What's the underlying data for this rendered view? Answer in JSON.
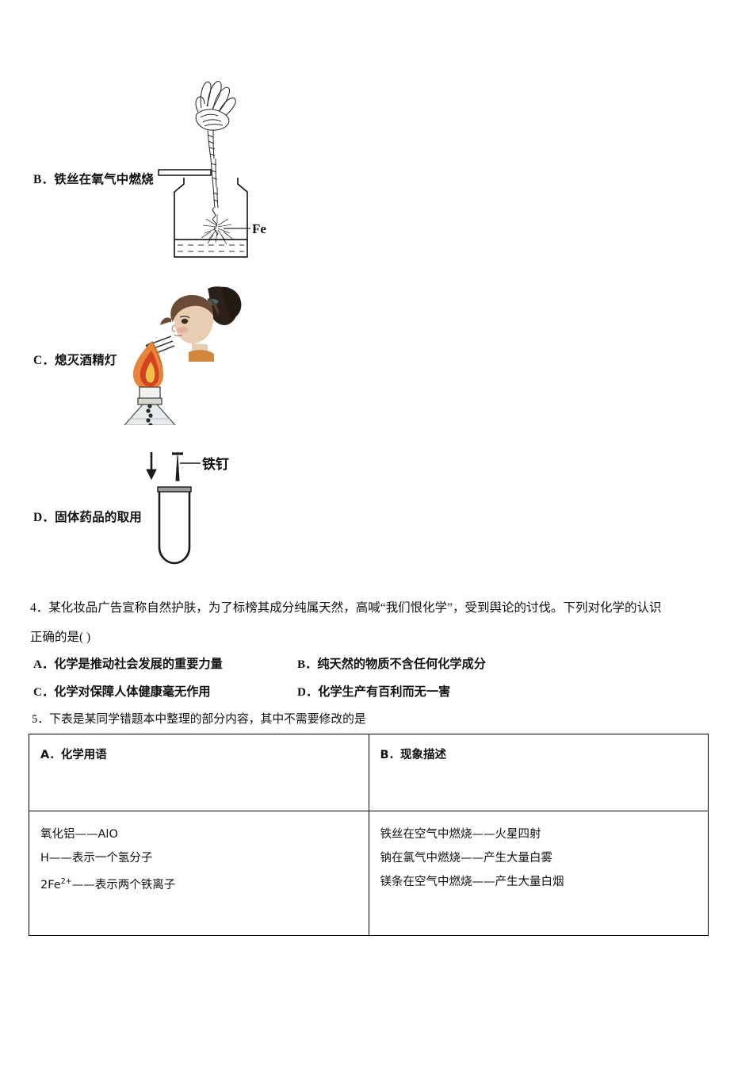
{
  "document": {
    "type": "chemistry-exam-paper",
    "language": "zh-CN"
  },
  "question3_options": [
    {
      "label": "B．铁丝在氧气中燃烧",
      "figure_name": "iron-wire-burning-in-oxygen",
      "figure_annotation": "Fe"
    },
    {
      "label": "C．熄灭酒精灯",
      "figure_name": "extinguishing-alcohol-lamp",
      "figure_annotation": ""
    },
    {
      "label": "D．固体药品的取用",
      "figure_name": "taking-solid-reagent-into-test-tube",
      "figure_annotation": "铁钉"
    }
  ],
  "question4": {
    "stem_line1": "4．某化妆品广告宣称自然护肤，为了标榜其成分纯属天然，高喊“我们恨化学”，受到舆论的讨伐。下列对化学的认识",
    "stem_line2": "正确的是(    )",
    "choices": [
      "A．化学是推动社会发展的重要力量",
      "B．纯天然的物质不含任何化学成分",
      "C．化学对保障人体健康毫无作用",
      "D．化学生产有百利而无一害"
    ]
  },
  "question5": {
    "stem": "5．下表是某同学错题本中整理的部分内容，其中不需要修改的是",
    "table": {
      "headers": [
        "A．化学用语",
        "B．现象描述"
      ],
      "columns": [
        {
          "lines": [
            {
              "text": "氧化铝——AlO",
              "sup": ""
            },
            {
              "text": "H——表示一个氢分子",
              "sup": ""
            },
            {
              "pre": "2Fe",
              "sup": "2+",
              "post": "——表示两个铁离子"
            }
          ]
        },
        {
          "lines": [
            {
              "text": "铁丝在空气中燃烧——火星四射",
              "sup": ""
            },
            {
              "text": "钠在氯气中燃烧——产生大量白雾",
              "sup": ""
            },
            {
              "text": "镁条在空气中燃烧——产生大量白烟",
              "sup": ""
            }
          ]
        }
      ]
    }
  },
  "colors": {
    "ink": "#111111",
    "rule": "#000000",
    "flame_outer": "#e8833a",
    "flame_inner": "#d4321f",
    "hair": "#3a2a20",
    "hair_dark": "#241a14",
    "skin": "#e8cbb0",
    "collar": "#d98b3a",
    "glass": "#cfd6da"
  }
}
